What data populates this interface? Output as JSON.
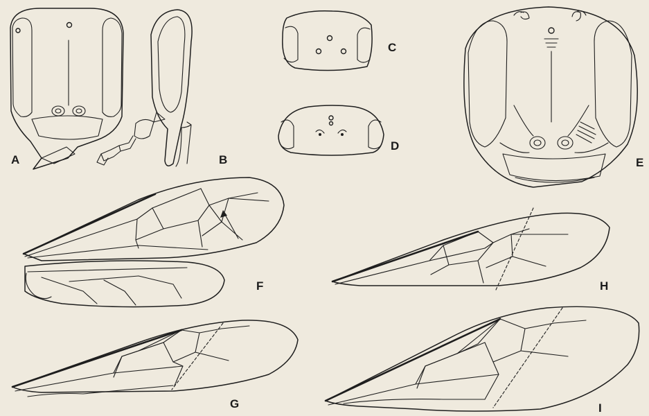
{
  "plate": {
    "background": "#efeade",
    "ink": "#1e1e1e",
    "labels": {
      "a": "A",
      "b": "B",
      "c": "C",
      "d": "D",
      "e": "E",
      "f": "F",
      "g": "G",
      "h": "H",
      "i": "I"
    }
  }
}
